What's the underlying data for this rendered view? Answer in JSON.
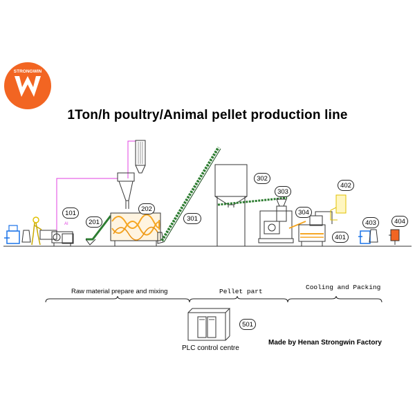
{
  "title": "1Ton/h poultry/Animal pellet production line",
  "logo": {
    "text": "STRONGWIN",
    "letter": "W",
    "color": "#f26522"
  },
  "tags": {
    "t101": "101",
    "t201": "201",
    "t202": "202",
    "t301": "301",
    "t302": "302",
    "t303": "303",
    "t304": "304",
    "t401": "401",
    "t402": "402",
    "t403": "403",
    "t404": "404",
    "t501": "501"
  },
  "small_label": "AI",
  "sections": {
    "raw": "Raw material prepare and mixing",
    "pellet": "Pellet part",
    "cooling": "Cooling and Packing"
  },
  "plc_label": "PLC control centre",
  "credit": "Made by Henan Strongwin Factory",
  "colors": {
    "accent": "#f26522",
    "pipe": "#e040e0",
    "conveyor": "#2e7d32",
    "mixer": "#f5a623",
    "scale": "#1a73e8"
  }
}
